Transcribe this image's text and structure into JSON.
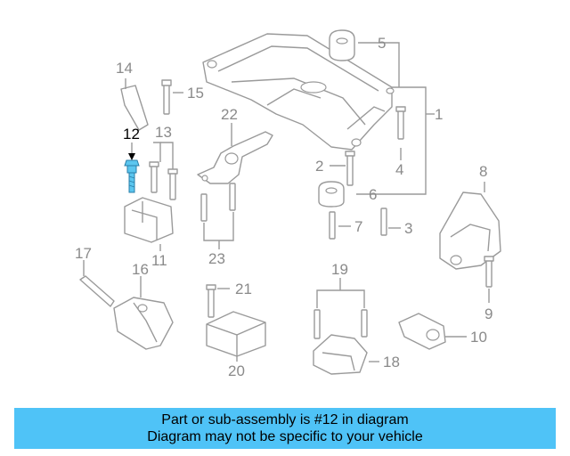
{
  "colors": {
    "banner_bg": "#4fc3f7",
    "highlight_part": "#5bc6ef",
    "outline": "#9a9a9a",
    "label": "#8a8a8a"
  },
  "callouts": {
    "c1": "1",
    "c2": "2",
    "c3": "3",
    "c4": "4",
    "c5": "5",
    "c6": "6",
    "c7": "7",
    "c8": "8",
    "c9": "9",
    "c10": "10",
    "c11": "11",
    "c12": "12",
    "c13": "13",
    "c14": "14",
    "c15": "15",
    "c16": "16",
    "c17": "17",
    "c18": "18",
    "c19": "19",
    "c20": "20",
    "c21": "21",
    "c22": "22",
    "c23": "23"
  },
  "highlighted_part": "12",
  "banner": {
    "line1": "Part or sub-assembly is #12 in diagram",
    "line2": "Diagram may not be specific to your vehicle"
  }
}
